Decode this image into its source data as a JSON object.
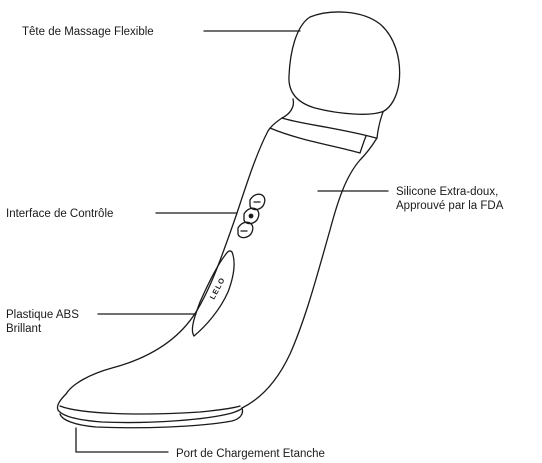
{
  "product": {
    "brand_logo_text": "LELO"
  },
  "labels": {
    "massage_head": "Tête de Massage Flexible",
    "silicone_line1": "Silicone Extra-doux,",
    "silicone_line2": "Approuvé par la FDA",
    "control_interface": "Interface de Contrôle",
    "abs_line1": "Plastique ABS",
    "abs_line2": "Brillant",
    "charging_port": "Port de Chargement Etanche"
  },
  "colors": {
    "outline": "#1a1a1a",
    "background": "#ffffff"
  }
}
